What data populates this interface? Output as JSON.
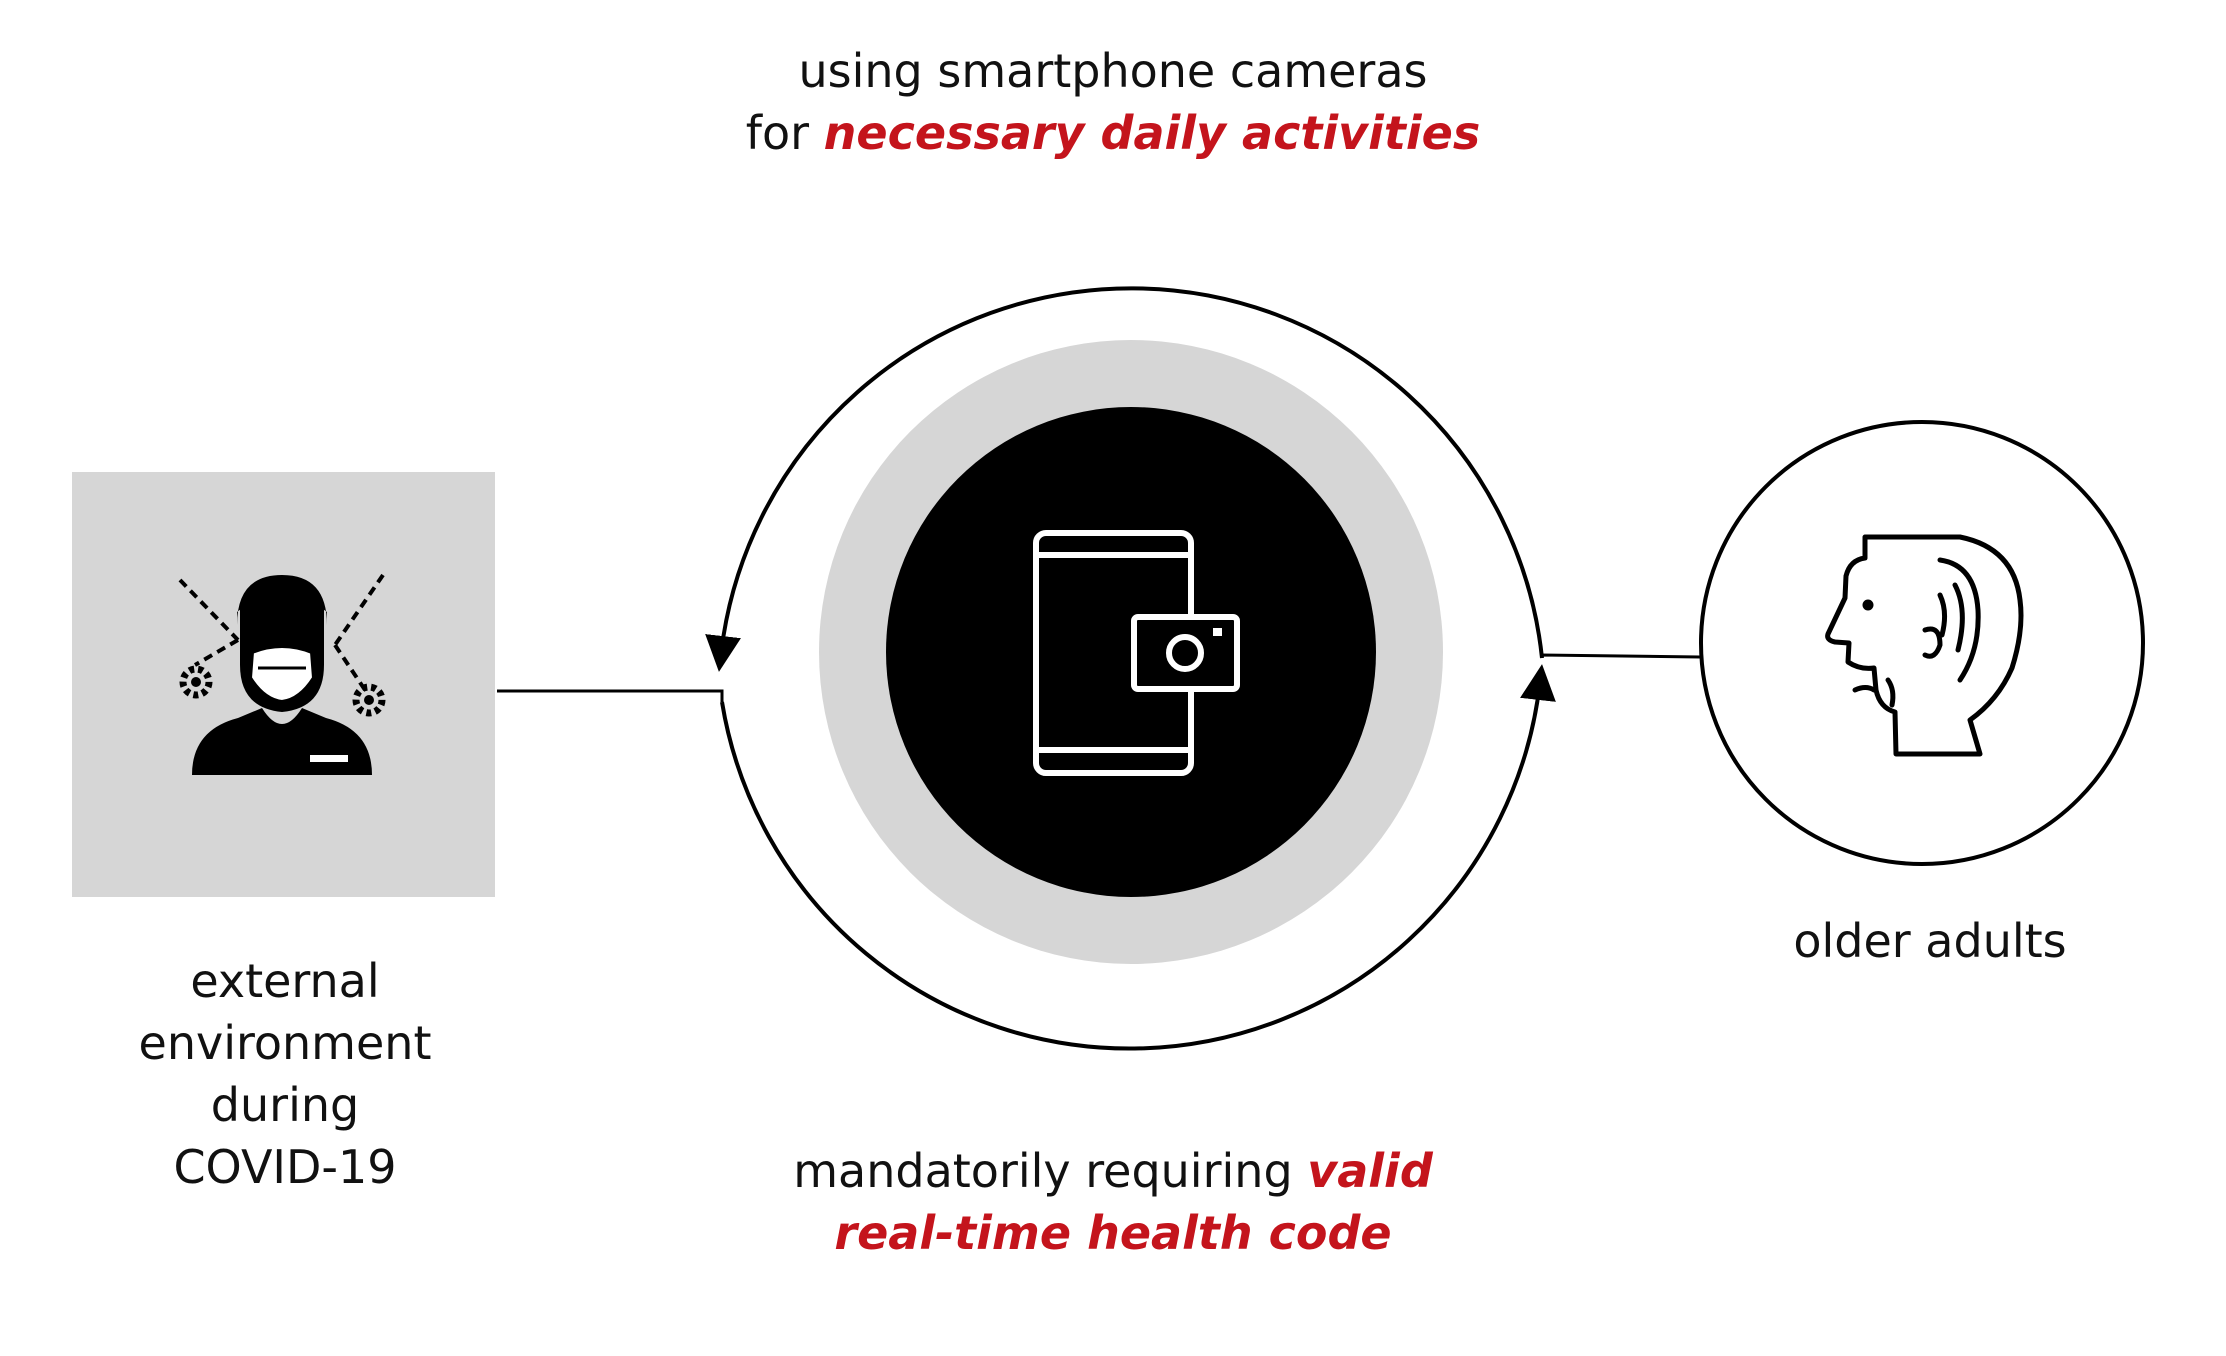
{
  "top_caption": {
    "line1": "using smartphone cameras",
    "line2_prefix": "for ",
    "line2_emphasis": "necessary daily activities"
  },
  "bottom_caption": {
    "line1_prefix": "mandatorily requiring ",
    "line1_emphasis": "valid",
    "line2_emphasis": "real-time health code"
  },
  "left_node": {
    "label_lines": [
      "external",
      "environment",
      "during",
      "COVID-19"
    ],
    "icon": "masked-person-virus-icon"
  },
  "right_node": {
    "label": "older adults",
    "icon": "elderly-head-hearing-icon"
  },
  "center_node": {
    "icon": "smartphone-camera-icon"
  },
  "colors": {
    "emphasis": "#c4141c",
    "outer_ring_fill": "#d6d6d6",
    "left_box_fill": "#d6d6d6",
    "dark_fill": "#000000"
  }
}
